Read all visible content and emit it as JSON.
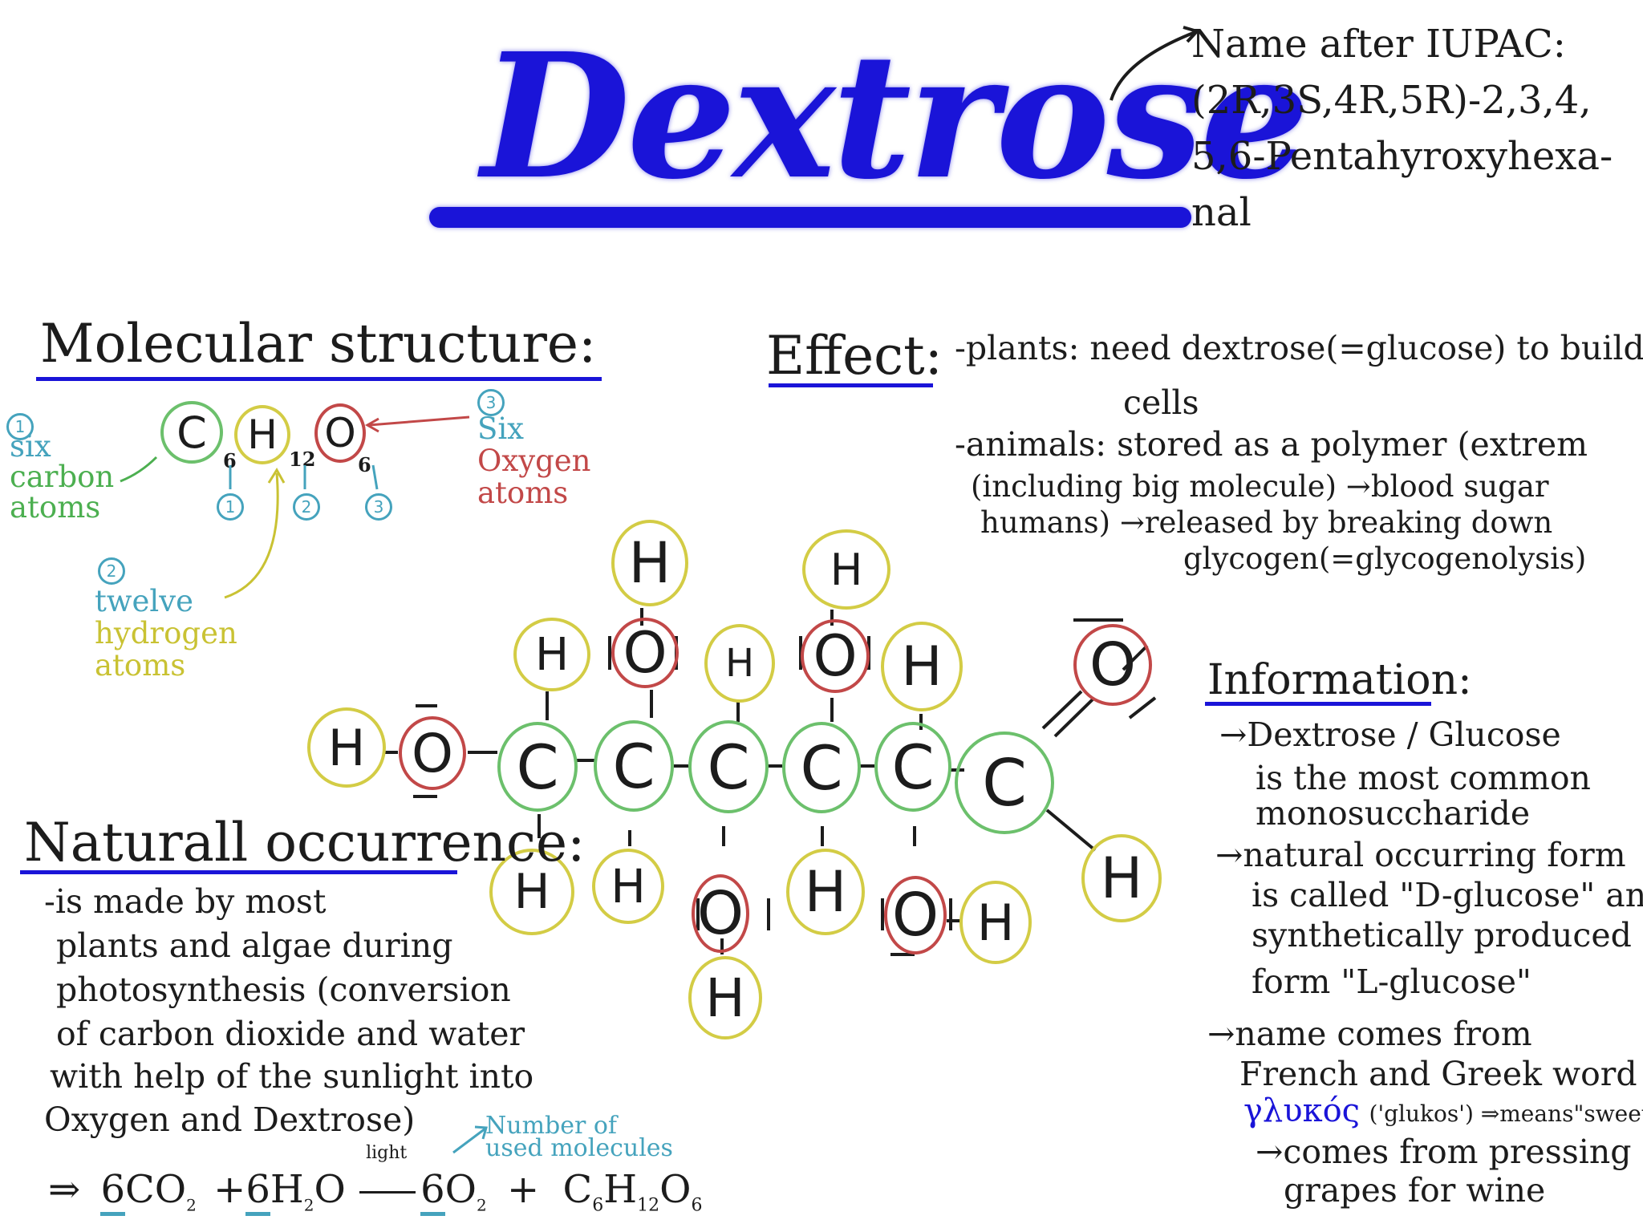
{
  "title": "Dextrose",
  "iupac": {
    "lines": [
      "Name after IUPAC:",
      "(2R,3S,4R,5R)-2,3,4,",
      "5,6-Pentahyroxyhexa-",
      "nal"
    ]
  },
  "molecular_structure": {
    "heading": "Molecular structure:",
    "formula": {
      "c": "C",
      "c_sub": "6",
      "h": "H",
      "h_sub": "12",
      "o": "O",
      "o_sub": "6"
    },
    "markers": {
      "one": "1",
      "two": "2",
      "three": "3"
    },
    "carbon_note": [
      "six",
      "carbon",
      "atoms"
    ],
    "hydrogen_note": [
      "twelve",
      "hydrogen",
      "atoms"
    ],
    "oxygen_note": [
      "Six",
      "Oxygen",
      "atoms"
    ]
  },
  "effect": {
    "heading": "Effect:",
    "lines": [
      "-plants: need dextrose(=glucose) to build",
      "cells",
      "-animals: stored as a polymer (extrem",
      "(including  big molecule) →blood sugar",
      "humans)  →released by breaking down",
      "glycogen(=glycogenolysis)"
    ]
  },
  "diagram": {
    "carbon": "C",
    "hydrogen": "H",
    "oxygen": "O"
  },
  "occurrence": {
    "heading": "Naturall occurrence:",
    "lines": [
      "-is made by most",
      "plants and algae during",
      "photosynthesis (conversion",
      "of carbon dioxide and water",
      "with help of the sunlight into",
      "Oxygen and Dextrose)"
    ],
    "note": [
      "Number of",
      "used molecules"
    ],
    "equation": {
      "prefix": "⇒",
      "c1": "6",
      "t1": "CO",
      "s1": "2",
      "plus1": "+",
      "c2": "6",
      "t2": "H",
      "s2": "2",
      "t2b": "O",
      "arrow_label": "light",
      "c3": "6",
      "t3": "O",
      "s3": "2",
      "plus2": "+",
      "p1": "C",
      "ps1": "6",
      "p2": "H",
      "ps2": "12",
      "p3": "O",
      "ps3": "6"
    }
  },
  "information": {
    "heading": "Information:",
    "lines": [
      "→Dextrose / Glucose",
      "is the most common",
      "monosuccharide",
      "→natural occurring form",
      "is called \"D-glucose\" and",
      "synthetically produced",
      "form \"L-glucose\"",
      "→name comes from",
      "French and Greek word"
    ],
    "greek": "γλυκός",
    "greek_rest": "('glukos') ⇒means\"sweet\"",
    "last_lines": [
      "→comes from pressing",
      "grapes for wine"
    ]
  },
  "colors": {
    "title_blue": "#1a14d8",
    "carbon_green": "#6cc06c",
    "hydrogen_yellow": "#d3cc45",
    "oxygen_red": "#c24848",
    "marker_teal": "#45a3bd"
  }
}
